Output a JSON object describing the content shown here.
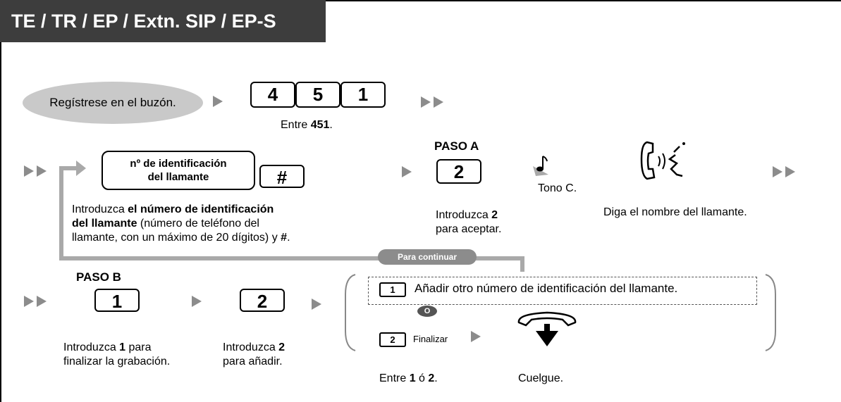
{
  "title": "TE / TR / EP / Extn. SIP / EP-S",
  "login": {
    "label": "Regístrese en el buzón."
  },
  "keys": {
    "k4": "4",
    "k5": "5",
    "k1": "1",
    "hash": "#",
    "stepA": "2",
    "stepB1": "1",
    "stepB2": "2",
    "opt1": "1",
    "opt2": "2"
  },
  "enter451": {
    "pre": "Entre ",
    "num": "451",
    "post": "."
  },
  "caller_id_box": {
    "line1": "nº de identificación",
    "line2": "del llamante"
  },
  "caller_desc": {
    "pre": "Introduzca ",
    "bold1": "el número de identificación",
    "bold2": "del llamante",
    "rest1": " (número de teléfono del",
    "rest2": "llamante, con un máximo de 20 dígitos) y ",
    "hash": "#",
    "end": "."
  },
  "step_a": {
    "label": "PASO A",
    "desc_pre": "Introduzca ",
    "desc_num": "2",
    "desc_line2": "para aceptar."
  },
  "tone": {
    "label": "Tono C."
  },
  "say_name": {
    "label": "Diga el nombre del llamante."
  },
  "continue": {
    "label": "Para continuar"
  },
  "step_b": {
    "label": "PASO B",
    "desc_pre": "Introduzca ",
    "desc_num": "1",
    "desc_rest": " para",
    "desc_line2": "finalizar la grabación."
  },
  "add": {
    "desc_pre": "Introduzca ",
    "desc_num": "2",
    "desc_line2": "para añadir."
  },
  "options": {
    "opt1_label": "Añadir otro número de identificación del llamante.",
    "or": "O",
    "opt2_label": "Finalizar"
  },
  "enter12": {
    "pre": "Entre ",
    "n1": "1",
    "mid": " ó ",
    "n2": "2",
    "post": "."
  },
  "hangup": {
    "label": "Cuelgue."
  }
}
